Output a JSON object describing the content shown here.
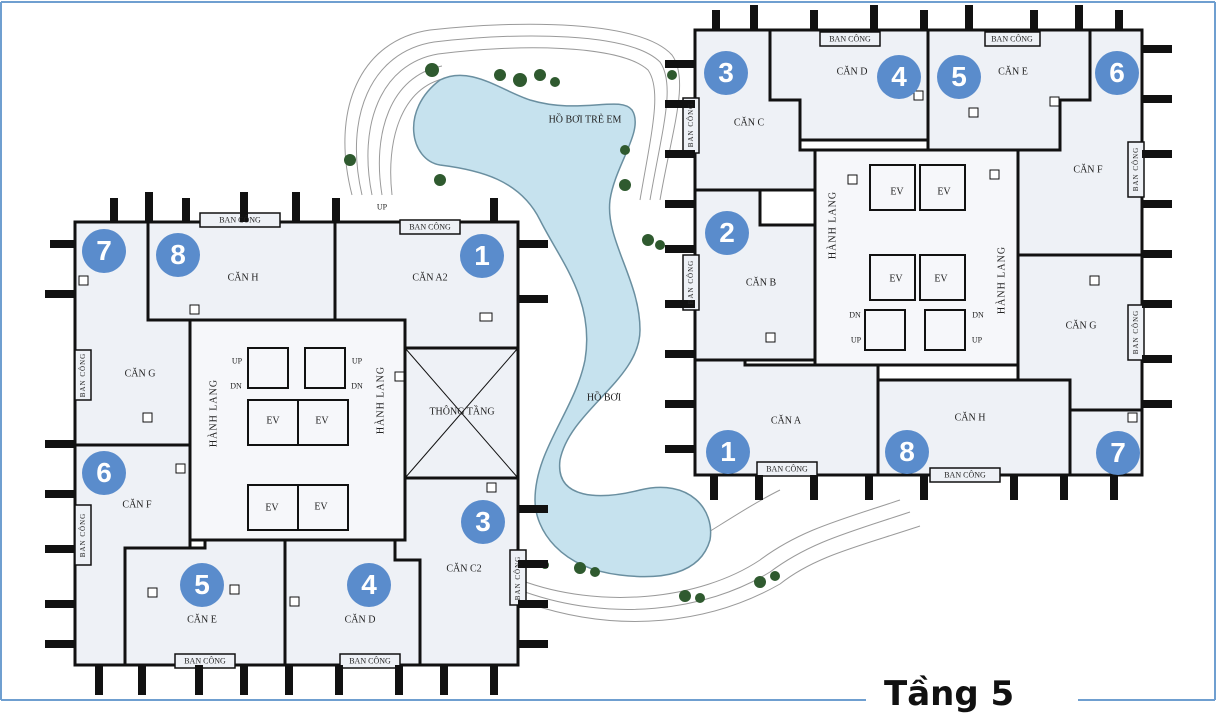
{
  "floor_title": "Tầng 5",
  "colors": {
    "marker": "#5a8ccc",
    "frame": "#6f9fd0",
    "room": "#eef1f6",
    "wall": "#111111",
    "pool": "#c6e2ee"
  },
  "pool_labels": {
    "kids_pool": "HỒ BƠI TRẺ EM",
    "main_pool": "HỒ BƠI"
  },
  "left_block": {
    "rooms": {
      "h": "CĂN H",
      "a2": "CĂN A2",
      "g": "CĂN G",
      "f": "CĂN F",
      "e": "CĂN E",
      "d": "CĂN D",
      "c2": "CĂN C2"
    },
    "atrium": "THÔNG TẦNG",
    "corridor": "HÀNH LANG",
    "balcony": "BAN CÔNG",
    "elevator": "EV",
    "up": "UP",
    "dn": "DN",
    "markers": {
      "m7": "7",
      "m8": "8",
      "m1": "1",
      "m6": "6",
      "m3": "3",
      "m5": "5",
      "m4": "4"
    }
  },
  "right_block": {
    "rooms": {
      "c": "CĂN C",
      "d": "CĂN D",
      "e": "CĂN E",
      "f": "CĂN F",
      "b": "CĂN B",
      "g": "CĂN G",
      "a": "CĂN A",
      "h": "CĂN H"
    },
    "corridor": "HÀNH LANG",
    "balcony": "BAN CÔNG",
    "elevator": "EV",
    "up": "UP",
    "dn": "DN",
    "markers": {
      "m3": "3",
      "m4": "4",
      "m5": "5",
      "m6": "6",
      "m2": "2",
      "m1": "1",
      "m8": "8",
      "m7": "7"
    }
  }
}
